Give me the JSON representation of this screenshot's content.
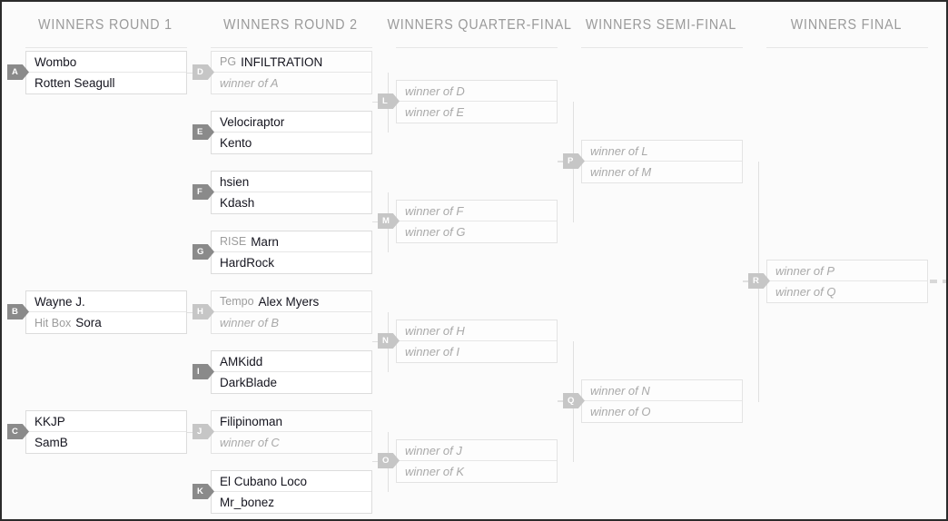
{
  "meta": {
    "bracket_type": "winners",
    "colors": {
      "page_background": "#fbfbfb",
      "box_border": "#dcdcdc",
      "box_background": "#ffffff",
      "header_text": "#9a9a9a",
      "player_text": "#15151f",
      "sponsor_text": "#9c9c9c",
      "placeholder_text": "#a9a9a9",
      "tag_ready": "#8a8a8a",
      "tag_pending": "#c6c6c6",
      "connector": "#e0e0e0",
      "outer_border": "#2b2b2b"
    }
  },
  "rounds": [
    {
      "id": "winners-round-1",
      "label": "WINNERS ROUND 1"
    },
    {
      "id": "winners-round-2",
      "label": "WINNERS ROUND 2"
    },
    {
      "id": "winners-quarter-final",
      "label": "WINNERS QUARTER-FINAL"
    },
    {
      "id": "winners-semi-final",
      "label": "WINNERS SEMI-FINAL"
    },
    {
      "id": "winners-final",
      "label": "WINNERS FINAL"
    }
  ],
  "matches": {
    "A": {
      "tag": "A",
      "state": "ready",
      "top": {
        "sponsor": "",
        "name": "Wombo",
        "placeholder": false
      },
      "bottom": {
        "sponsor": "",
        "name": "Rotten Seagull",
        "placeholder": false
      }
    },
    "B": {
      "tag": "B",
      "state": "ready",
      "top": {
        "sponsor": "",
        "name": "Wayne J.",
        "placeholder": false
      },
      "bottom": {
        "sponsor": "Hit Box",
        "name": "Sora",
        "placeholder": false
      }
    },
    "C": {
      "tag": "C",
      "state": "ready",
      "top": {
        "sponsor": "",
        "name": "KKJP",
        "placeholder": false
      },
      "bottom": {
        "sponsor": "",
        "name": "SamB",
        "placeholder": false
      }
    },
    "D": {
      "tag": "D",
      "state": "pending",
      "top": {
        "sponsor": "PG",
        "name": "INFILTRATION",
        "placeholder": false
      },
      "bottom": {
        "sponsor": "",
        "name": "winner of A",
        "placeholder": true
      }
    },
    "E": {
      "tag": "E",
      "state": "ready",
      "top": {
        "sponsor": "",
        "name": "Velociraptor",
        "placeholder": false
      },
      "bottom": {
        "sponsor": "",
        "name": "Kento",
        "placeholder": false
      }
    },
    "F": {
      "tag": "F",
      "state": "ready",
      "top": {
        "sponsor": "",
        "name": "hsien",
        "placeholder": false
      },
      "bottom": {
        "sponsor": "",
        "name": "Kdash",
        "placeholder": false
      }
    },
    "G": {
      "tag": "G",
      "state": "ready",
      "top": {
        "sponsor": "RISE",
        "name": "Marn",
        "placeholder": false
      },
      "bottom": {
        "sponsor": "",
        "name": "HardRock",
        "placeholder": false
      }
    },
    "H": {
      "tag": "H",
      "state": "pending",
      "top": {
        "sponsor": "Tempo",
        "name": "Alex Myers",
        "placeholder": false
      },
      "bottom": {
        "sponsor": "",
        "name": "winner of B",
        "placeholder": true
      }
    },
    "I": {
      "tag": "I",
      "state": "ready",
      "top": {
        "sponsor": "",
        "name": "AMKidd",
        "placeholder": false
      },
      "bottom": {
        "sponsor": "",
        "name": "DarkBlade",
        "placeholder": false
      }
    },
    "J": {
      "tag": "J",
      "state": "pending",
      "top": {
        "sponsor": "",
        "name": "Filipinoman",
        "placeholder": false
      },
      "bottom": {
        "sponsor": "",
        "name": "winner of C",
        "placeholder": true
      }
    },
    "K": {
      "tag": "K",
      "state": "ready",
      "top": {
        "sponsor": "",
        "name": "El Cubano Loco",
        "placeholder": false
      },
      "bottom": {
        "sponsor": "",
        "name": "Mr_bonez",
        "placeholder": false
      }
    },
    "L": {
      "tag": "L",
      "state": "pending",
      "top": {
        "sponsor": "",
        "name": "winner of D",
        "placeholder": true
      },
      "bottom": {
        "sponsor": "",
        "name": "winner of E",
        "placeholder": true
      }
    },
    "M": {
      "tag": "M",
      "state": "pending",
      "top": {
        "sponsor": "",
        "name": "winner of F",
        "placeholder": true
      },
      "bottom": {
        "sponsor": "",
        "name": "winner of G",
        "placeholder": true
      }
    },
    "N": {
      "tag": "N",
      "state": "pending",
      "top": {
        "sponsor": "",
        "name": "winner of H",
        "placeholder": true
      },
      "bottom": {
        "sponsor": "",
        "name": "winner of I",
        "placeholder": true
      }
    },
    "O": {
      "tag": "O",
      "state": "pending",
      "top": {
        "sponsor": "",
        "name": "winner of J",
        "placeholder": true
      },
      "bottom": {
        "sponsor": "",
        "name": "winner of K",
        "placeholder": true
      }
    },
    "P": {
      "tag": "P",
      "state": "pending",
      "top": {
        "sponsor": "",
        "name": "winner of L",
        "placeholder": true
      },
      "bottom": {
        "sponsor": "",
        "name": "winner of M",
        "placeholder": true
      }
    },
    "Q": {
      "tag": "Q",
      "state": "pending",
      "top": {
        "sponsor": "",
        "name": "winner of N",
        "placeholder": true
      },
      "bottom": {
        "sponsor": "",
        "name": "winner of O",
        "placeholder": true
      }
    },
    "R": {
      "tag": "R",
      "state": "pending",
      "top": {
        "sponsor": "",
        "name": "winner of P",
        "placeholder": true
      },
      "bottom": {
        "sponsor": "",
        "name": "winner of Q",
        "placeholder": true
      }
    }
  }
}
